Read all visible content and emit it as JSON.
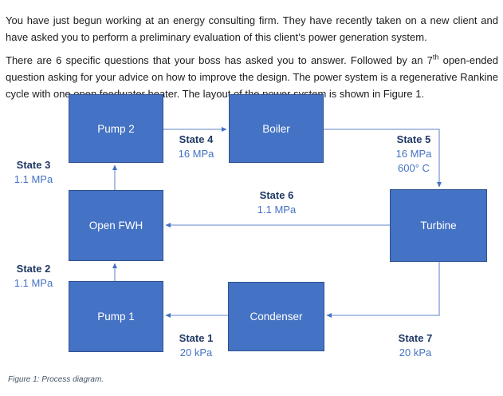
{
  "document": {
    "paragraph1": "You have just begun working at an energy consulting firm. They have recently taken on a new client and have asked you to perform a preliminary evaluation of this client’s power generation system.",
    "paragraph2": {
      "before_sup": "There are 6 specific questions that your boss has asked you to answer. Followed by an 7",
      "sup": "th",
      "after_sup": " open-ended question asking for your advice on how to improve the design. The power system is a regenerative Rankine cycle with one open feedwater heater. The layout of the power system is shown in Figure 1."
    },
    "figure_caption": "Figure 1: Process diagram."
  },
  "diagram": {
    "blocks": [
      {
        "id": "pump2",
        "label": "Pump 2"
      },
      {
        "id": "boiler",
        "label": "Boiler"
      },
      {
        "id": "open_fwh",
        "label": "Open FWH"
      },
      {
        "id": "turbine",
        "label": "Turbine"
      },
      {
        "id": "pump1",
        "label": "Pump 1"
      },
      {
        "id": "condenser",
        "label": "Condenser"
      }
    ],
    "states": [
      {
        "name": "State 1",
        "values": [
          "20 kPa"
        ]
      },
      {
        "name": "State 2",
        "values": [
          "1.1 MPa"
        ]
      },
      {
        "name": "State 3",
        "values": [
          "1.1 MPa"
        ]
      },
      {
        "name": "State 4",
        "values": [
          "16 MPa"
        ]
      },
      {
        "name": "State 5",
        "values": [
          "16 MPa",
          "600° C"
        ]
      },
      {
        "name": "State 6",
        "values": [
          "1.1 MPa"
        ]
      },
      {
        "name": "State 7",
        "values": [
          "20 kPa"
        ]
      }
    ],
    "colors": {
      "block_fill": "#4472C4",
      "block_border": "#2F528F",
      "block_text": "#FFFFFF",
      "connector": "#7E9DD4",
      "arrowhead": "#4472C4",
      "state_name": "#1F3864",
      "state_value": "#4472C4",
      "caption_text": "#44546A"
    }
  }
}
